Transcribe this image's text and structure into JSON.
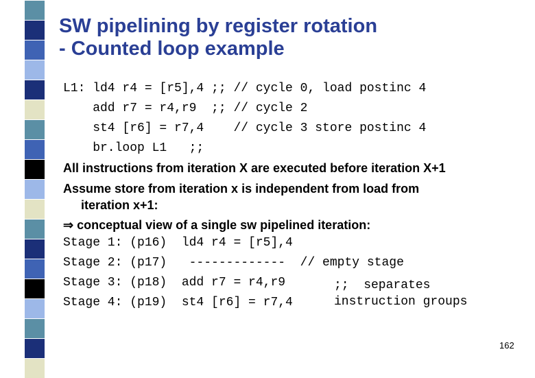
{
  "slide": {
    "title_line1": "SW pipelining by register rotation",
    "title_line2": "- Counted loop example",
    "code": [
      "L1: ld4 r4 = [r5],4 ;; // cycle 0, load postinc 4",
      "    add r7 = r4,r9  ;; // cycle 2",
      "    st4 [r6] = r7,4    // cycle 3 store postinc 4",
      "    br.loop L1   ;;"
    ],
    "bullet1": "All instructions from iteration X are executed before iteration X+1",
    "bullet2_line1": "Assume store from iteration x is independent from load from",
    "bullet2_line2": "iteration x+1:",
    "implies_symbol": "⇒",
    "bullet3": "conceptual view of a single sw pipelined iteration:",
    "stages": [
      "Stage 1: (p16)  ld4 r4 = [r5],4",
      "Stage 2: (p17)   -------------  // empty stage",
      "Stage 3: (p18)  add r7 = r4,r9",
      "Stage 4: (p19)  st4 [r6] = r7,4"
    ],
    "note_line1": ";;  separates",
    "note_line2": "instruction groups",
    "page_number": "162"
  },
  "colors": {
    "title": "#2a3f95",
    "bar_navy": "#1b2f78",
    "bar_blue": "#3f63b4",
    "bar_teal": "#5b8fa5",
    "bar_lightblue": "#9db8e8",
    "bar_beige": "#e3e3c4",
    "bar_black": "#000000"
  }
}
